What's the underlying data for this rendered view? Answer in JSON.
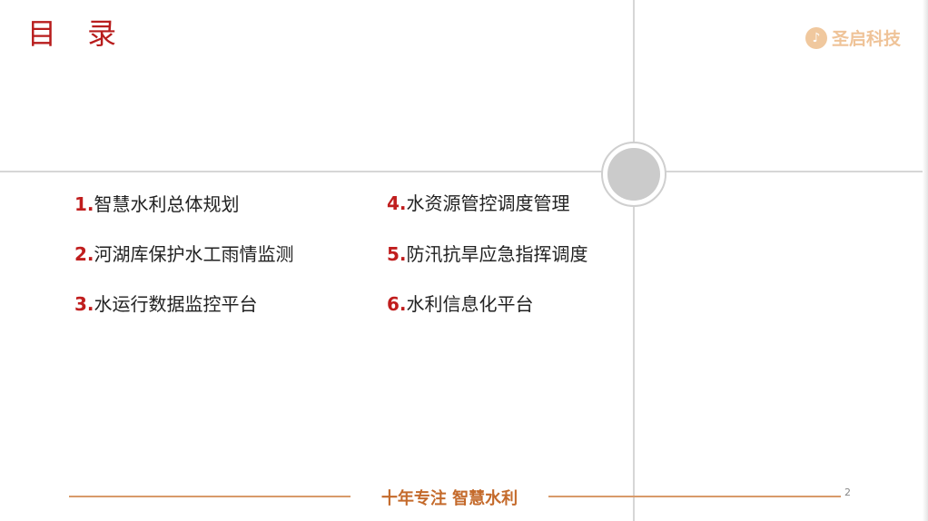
{
  "title": "目 录",
  "logo": {
    "icon": "gold-circle-logo-icon",
    "glyph": "♪",
    "text": "圣启科技"
  },
  "toc": {
    "left": [
      {
        "num": "1.",
        "label": "智慧水利总体规划"
      },
      {
        "num": "2.",
        "label": "河湖库保护水工雨情监测"
      },
      {
        "num": "3.",
        "label": "水运行数据监控平台"
      }
    ],
    "right": [
      {
        "num": "4.",
        "label": "水资源管控调度管理"
      },
      {
        "num": "5.",
        "label": "防汛抗旱应急指挥调度"
      },
      {
        "num": "6.",
        "label": "水利信息化平台"
      }
    ]
  },
  "footer": {
    "slogan": "十年专注  智慧水利",
    "page_number": "2"
  },
  "colors": {
    "title": "#b81c1c",
    "number": "#c01d1d",
    "logo": "#efc398",
    "slogan": "#c46a2b",
    "footer_line": "#d89a6a"
  }
}
